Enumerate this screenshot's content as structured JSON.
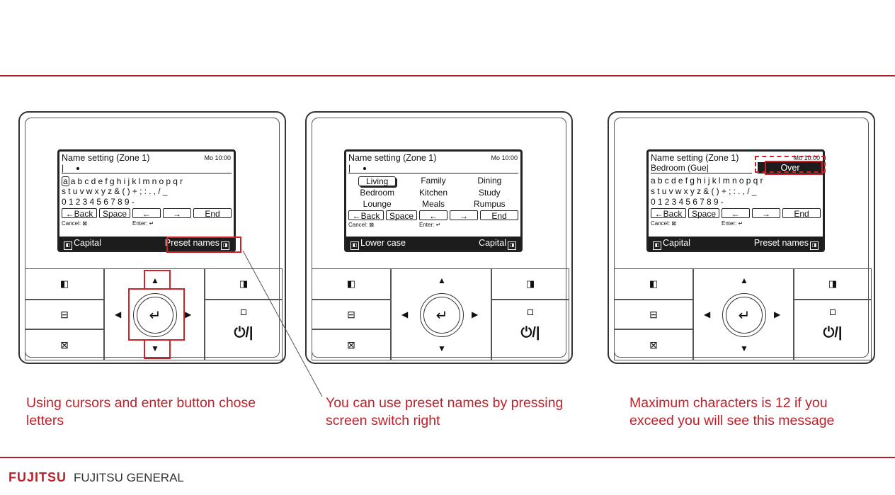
{
  "remotes": [
    {
      "title": "Name setting (Zone 1)",
      "clock": "Mo 10:00",
      "input_value": "",
      "char_rows": [
        "abcdefghijklmnopqr",
        "stuvwxyz&()+;:.,/_",
        "0123456789-"
      ],
      "keys": [
        "←Back",
        "Space",
        "←",
        "→",
        "End"
      ],
      "cancel_label": "Cancel:",
      "enter_label": "Enter:",
      "bar_left": "Capital",
      "bar_right": "Preset names"
    },
    {
      "title": "Name setting (Zone 1)",
      "clock": "Mo 10:00",
      "input_value": "",
      "presets": [
        "Living",
        "Family",
        "Dining",
        "Bedroom",
        "Kitchen",
        "Study",
        "Lounge",
        "Meals",
        "Rumpus"
      ],
      "keys": [
        "←Back",
        "Space",
        "←",
        "→",
        "End"
      ],
      "cancel_label": "Cancel:",
      "enter_label": "Enter:",
      "bar_left": "Lower case",
      "bar_right": "Capital"
    },
    {
      "title": "Name setting (Zone 1)",
      "clock": "Mo 10:00",
      "input_value": "Bedroom (Gue",
      "over_label": "Over",
      "char_rows": [
        "abcdefghijklmnopqr",
        "stuvwxyz&()+;:.,/_",
        "0123456789-"
      ],
      "keys": [
        "←Back",
        "Space",
        "←",
        "→",
        "End"
      ],
      "cancel_label": "Cancel:",
      "enter_label": "Enter:",
      "bar_left": "Capital",
      "bar_right": "Preset names"
    }
  ],
  "captions": [
    "Using cursors and enter button chose letters",
    "You can use preset names by pressing screen switch right",
    "Maximum characters is 12 if you exceed you will see this message"
  ],
  "footer": {
    "logo_mark": "FUJITSU",
    "company": "FUJITSU GENERAL"
  },
  "colors": {
    "accent": "#c0202a",
    "lcd_bar": "#1c1c1c"
  }
}
